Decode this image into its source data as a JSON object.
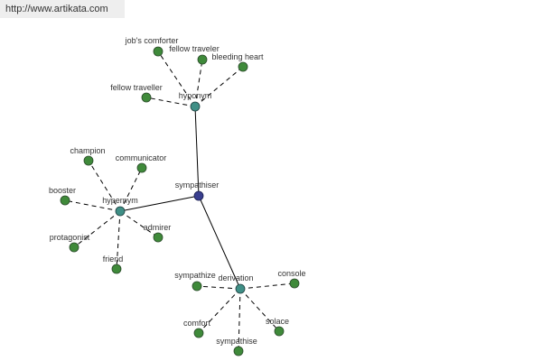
{
  "source_url": "http://www.artikata.com",
  "colors": {
    "root": "#3a3f8f",
    "hub": "#3f8f86",
    "leaf": "#3f8a3a",
    "edge": "#000000",
    "text": "#333333"
  },
  "graph": {
    "root": {
      "id": "sympathiser",
      "label": "sympathiser"
    },
    "hubs": [
      {
        "id": "hyponym",
        "label": "hyponym",
        "leaves": [
          "job's comforter",
          "fellow traveler",
          "bleeding heart",
          "fellow traveller"
        ]
      },
      {
        "id": "hypernym",
        "label": "hypernym",
        "leaves": [
          "champion",
          "communicator",
          "booster",
          "admirer",
          "protagonist",
          "friend"
        ]
      },
      {
        "id": "derivation",
        "label": "derivation",
        "leaves": [
          "sympathize",
          "console",
          "comfort",
          "sympathise",
          "solace"
        ]
      }
    ]
  }
}
